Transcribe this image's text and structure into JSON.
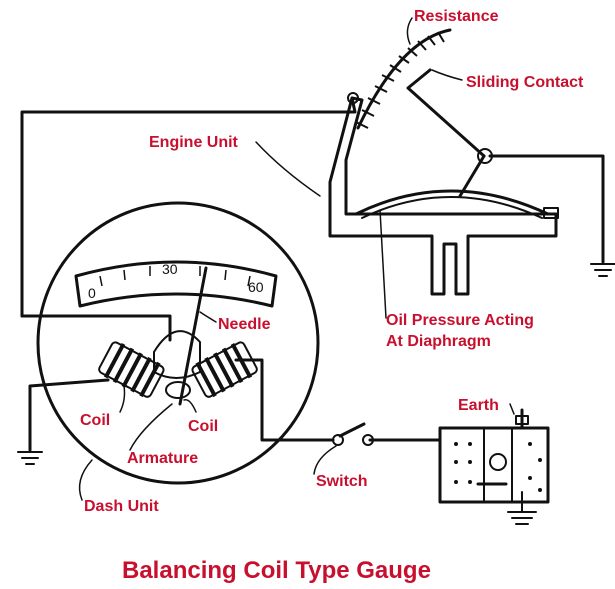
{
  "title": "Balancing Coil Type Gauge",
  "scale_marks": [
    "0",
    "30",
    "60"
  ],
  "labels": {
    "resistance": "Resistance",
    "sliding_contact": "Sliding Contact",
    "engine_unit": "Engine Unit",
    "needle": "Needle",
    "oil_pressure_line1": "Oil Pressure Acting",
    "oil_pressure_line2": "At Diaphragm",
    "earth": "Earth",
    "coil_left": "Coil",
    "coil_right": "Coil",
    "armature": "Armature",
    "switch": "Switch",
    "dash_unit": "Dash Unit"
  },
  "colors": {
    "label": "#c8102e",
    "ink": "#111111"
  }
}
